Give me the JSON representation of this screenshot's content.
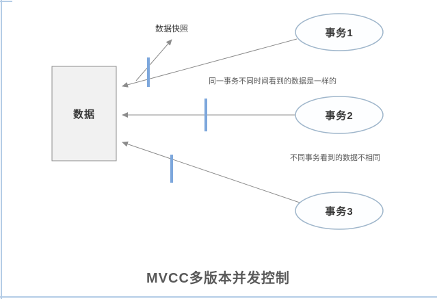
{
  "diagram": {
    "title": "MVCC多版本并发控制",
    "data_box_label": "数据",
    "snapshot_label": "数据快照",
    "transactions": [
      {
        "label": "事务1"
      },
      {
        "label": "事务2"
      },
      {
        "label": "事务3"
      }
    ],
    "annotations": [
      {
        "text": "同一事务不同时间看到的数据是一样的"
      },
      {
        "text": "不同事务看到的数据不相同"
      }
    ],
    "colors": {
      "line": "#8c8c8c",
      "tick": "#7da7dc",
      "ellipse_border": "#9fb6cb",
      "box_fill": "#f1f1f1",
      "box_border": "#8c8c8c",
      "text": "#383838",
      "muted_text": "#595959",
      "frame": "#b4cce6"
    }
  }
}
